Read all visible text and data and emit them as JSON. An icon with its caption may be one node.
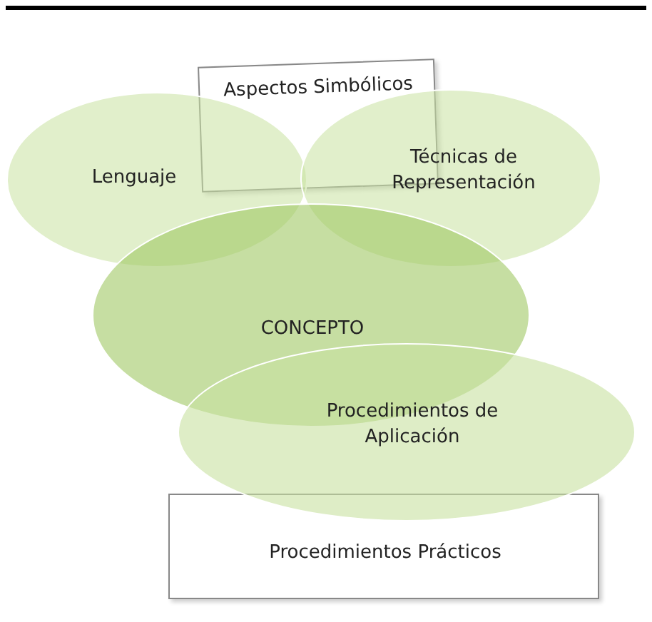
{
  "diagram": {
    "nodes": [
      {
        "text": [
          "Aspectos Simbólicos"
        ]
      },
      {
        "text": [
          "Lenguaje"
        ]
      },
      {
        "text": [
          "Técnicas de Representación"
        ]
      },
      {
        "text": [
          "CONCEPTO"
        ]
      },
      {
        "text": [
          "Procedimientos de Aplicación"
        ]
      },
      {
        "text": [
          "Procedimientos Prácticos"
        ]
      }
    ]
  }
}
